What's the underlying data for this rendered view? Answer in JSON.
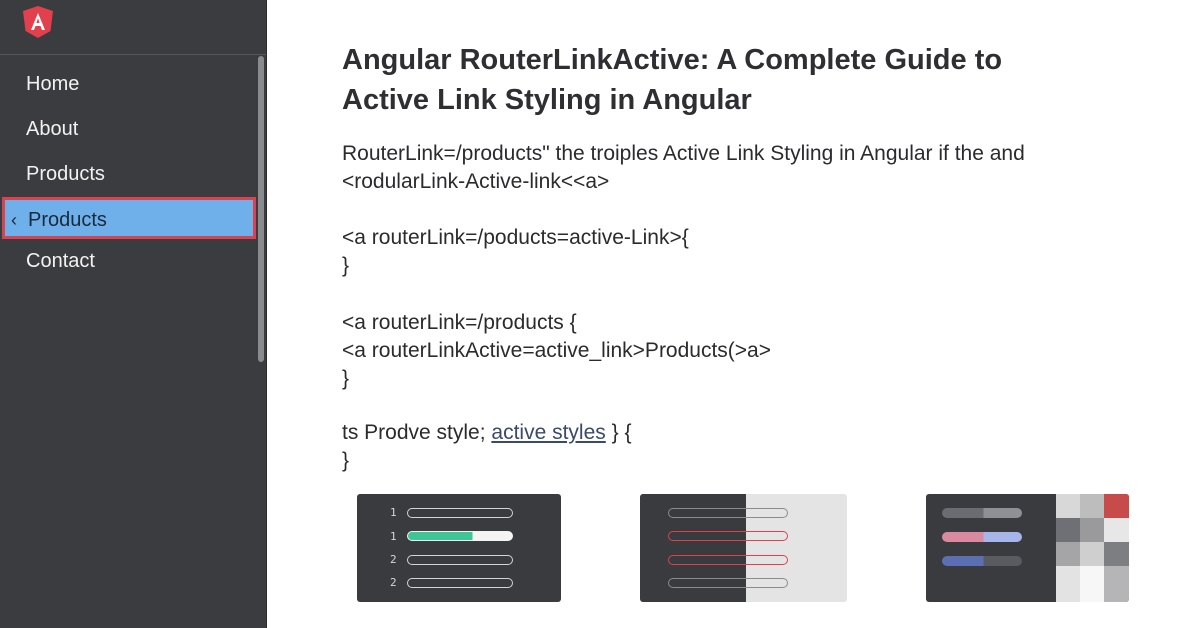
{
  "sidebar": {
    "logo_icon": "angular-shield-icon",
    "items": [
      {
        "label": "Home"
      },
      {
        "label": "About"
      },
      {
        "label": "Products"
      },
      {
        "label": "Products",
        "active": true,
        "icon": "chevron-left-icon"
      },
      {
        "label": "Contact"
      }
    ]
  },
  "article": {
    "title_line1": "Angular RouterLinkActive: A Complete Guide to",
    "title_line2": "Active Link Styling in Angular",
    "para_line1": "RouterLink=/products\"  the troiples Active Link Styling in Angular if the and",
    "para_line2": "<rodularLink-Active-link<<a>",
    "code1_line1": "<a routerLink=/poducts=active-Link>{",
    "code1_line2": "}",
    "code2_line1": "<a routerLink=/products {",
    "code2_line2a": "<a routerLink",
    "code2_line2b": "Active=active_link>Products(>a>",
    "code2_line3": "}",
    "code3_prefix": "ts Prodve style; ",
    "code3_link": "active styles",
    "code3_suffix": " } {",
    "code3_line2": "}"
  },
  "thumbnails": {
    "t1_numbers": [
      "1",
      "1",
      "2",
      "2"
    ],
    "colors": {
      "accent_green": "#3fc596",
      "accent_red": "#d9434f",
      "active_blue": "#6fb0ea"
    }
  }
}
